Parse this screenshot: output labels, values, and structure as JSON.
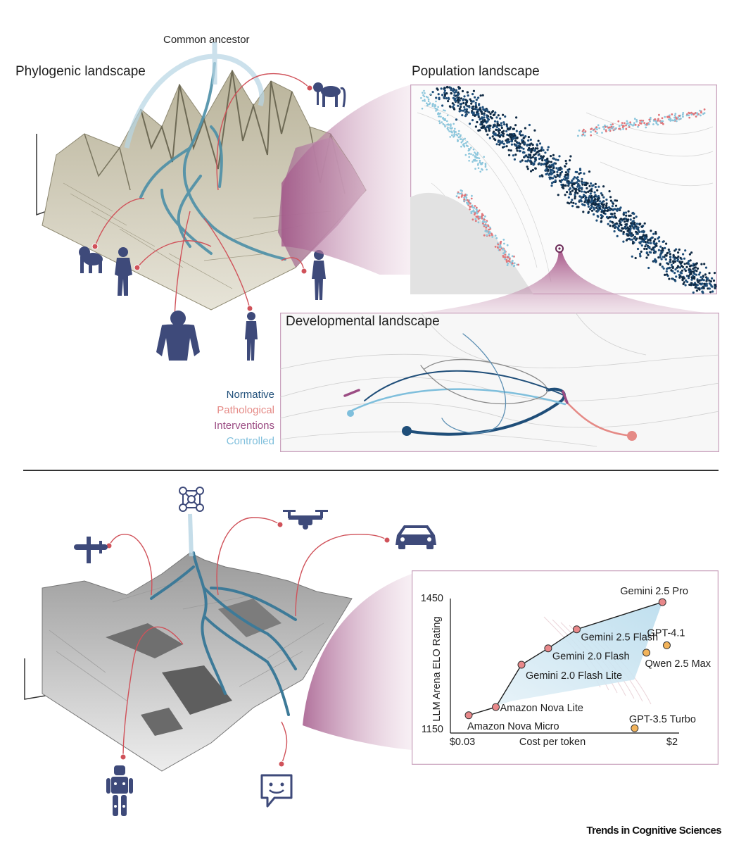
{
  "top": {
    "common_ancestor": "Common ancestor",
    "phylogenic_title": "Phylogenic landscape",
    "population_title": "Population landscape",
    "developmental_title": "Developmental landscape",
    "legend": [
      {
        "label": "Normative",
        "color": "#1f4e79"
      },
      {
        "label": "Pathological",
        "color": "#e58a86"
      },
      {
        "label": "Interventions",
        "color": "#9b4c83"
      },
      {
        "label": "Controlled",
        "color": "#7fbfdc"
      }
    ]
  },
  "bottom": {
    "agents": [
      "airplane-icon",
      "neural-network-icon",
      "drone-icon",
      "car-icon",
      "robot-icon",
      "chatbot-icon"
    ]
  },
  "chart_data": {
    "type": "scatter",
    "ylabel": "LLM Arena ELO Rating",
    "xlabel": "Cost per token",
    "x_ticks": [
      "$0.03",
      "$2"
    ],
    "y_ticks": [
      "1450",
      "1150"
    ],
    "xlim": [
      0.03,
      2
    ],
    "ylim": [
      1150,
      1450
    ],
    "series": [
      {
        "frontier": true,
        "color": "#e8888a",
        "points": [
          {
            "label": "Amazon Nova Micro",
            "x": 0.035,
            "y": 1183
          },
          {
            "label": "Amazon Nova Lite",
            "x": 0.06,
            "y": 1202
          },
          {
            "label": "Gemini 2.0 Flash Lite",
            "x": 0.1,
            "y": 1300
          },
          {
            "label": "Gemini 2.0 Flash",
            "x": 0.17,
            "y": 1338
          },
          {
            "label": "Gemini 2.5 Flash",
            "x": 0.3,
            "y": 1382
          },
          {
            "label": "Gemini 2.5 Pro",
            "x": 1.65,
            "y": 1445
          }
        ]
      },
      {
        "frontier": false,
        "color": "#f2b35a",
        "points": [
          {
            "label": "GPT-4.1",
            "x": 1.8,
            "y": 1345
          },
          {
            "label": "Qwen 2.5 Max",
            "x": 1.2,
            "y": 1328
          },
          {
            "label": "GPT-3.5 Turbo",
            "x": 0.95,
            "y": 1153
          }
        ]
      }
    ]
  },
  "footer": "Trends in Cognitive Sciences"
}
